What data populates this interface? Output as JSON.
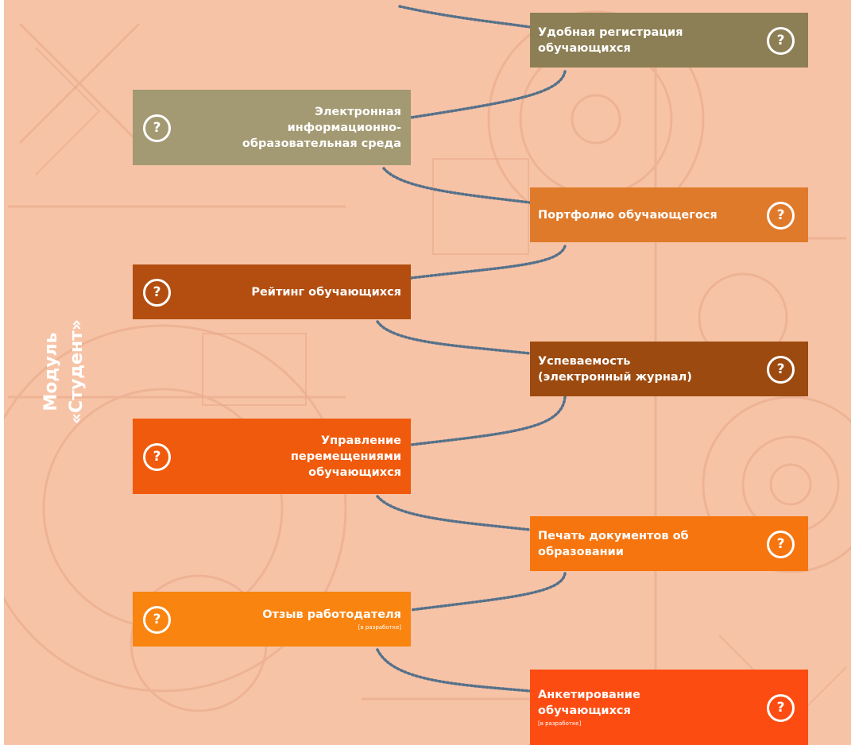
{
  "module_title": {
    "line1": "Модуль",
    "line2": "«Студент»"
  },
  "colors": {
    "background": "#f7c3a6",
    "connector": "#56718a",
    "olive": "#8d7f55",
    "khaki": "#a39a73",
    "orange_light": "#e07a2b",
    "rust": "#b34e10",
    "brown": "#9c4a0f",
    "red_orange": "#f05a0c",
    "orange": "#f6750f",
    "amber": "#f98410",
    "red": "#fd4c12"
  },
  "help_label": "?",
  "blocks": [
    {
      "id": "registration",
      "line1": "Удобная регистрация",
      "line2": "обучающихся",
      "note": ""
    },
    {
      "id": "eios",
      "line1": "Электронная",
      "line2": "информационно-",
      "line3": "образовательная среда",
      "note": ""
    },
    {
      "id": "portfolio",
      "line1": "Портфолио обучающегося",
      "note": ""
    },
    {
      "id": "rating",
      "line1": "Рейтинг обучающихся",
      "note": ""
    },
    {
      "id": "progress",
      "line1": "Успеваемость",
      "line2": "(электронный журнал)",
      "note": ""
    },
    {
      "id": "movement",
      "line1": "Управление",
      "line2": "перемещениями",
      "line3": "обучающихся",
      "note": ""
    },
    {
      "id": "documents",
      "line1": "Печать документов об",
      "line2": "образовании",
      "note": ""
    },
    {
      "id": "employer",
      "line1": "Отзыв работодателя",
      "note": "[в разработке]"
    },
    {
      "id": "survey",
      "line1": "Анкетирование",
      "line2": "обучающихся",
      "note": "[в разработке]"
    }
  ]
}
